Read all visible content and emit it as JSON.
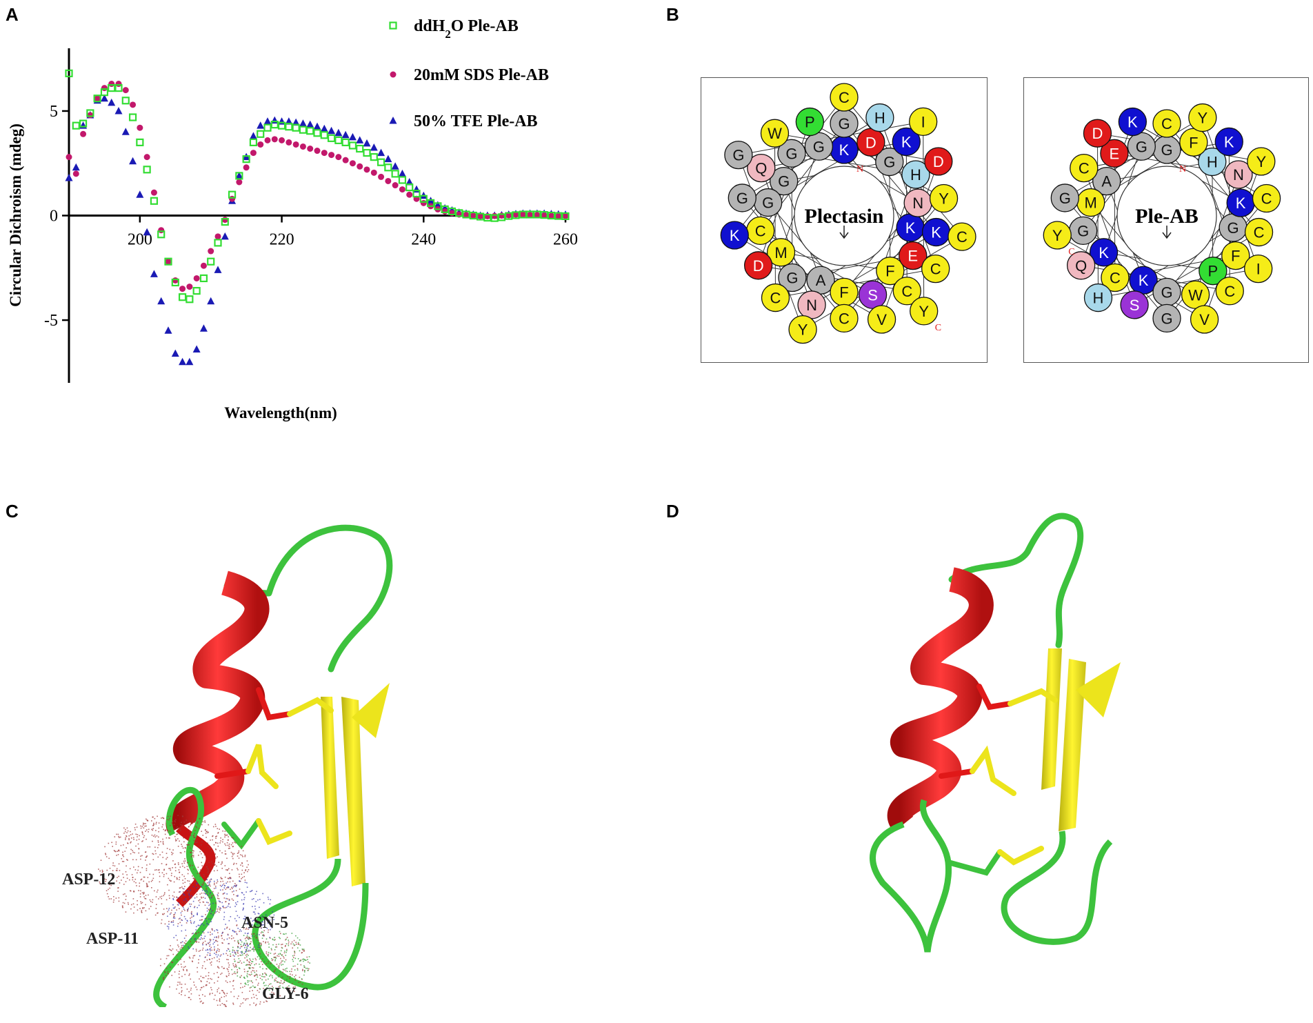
{
  "panels": [
    "A",
    "B",
    "C",
    "D"
  ],
  "chart_data": {
    "type": "scatter",
    "xlabel": "Wavelength(nm)",
    "ylabel": "Circular Dichroism (mdeg)",
    "xlim": [
      190,
      260
    ],
    "ylim": [
      -8,
      8
    ],
    "xticks": [
      200,
      220,
      240,
      260
    ],
    "yticks": [
      -5,
      0,
      5
    ],
    "legend_position": "top-right",
    "series": [
      {
        "name_html": "ddH<tspan baseline-shift=\"sub\" font-size=\"70%\">2</tspan>O Ple-AB",
        "label": "ddH2O Ple-AB",
        "color": "#33dd33",
        "marker": "square",
        "x": [
          190,
          191,
          192,
          193,
          194,
          195,
          196,
          197,
          198,
          199,
          200,
          201,
          202,
          203,
          204,
          205,
          206,
          207,
          208,
          209,
          210,
          211,
          212,
          213,
          214,
          215,
          216,
          217,
          218,
          219,
          220,
          221,
          222,
          223,
          224,
          225,
          226,
          227,
          228,
          229,
          230,
          231,
          232,
          233,
          234,
          235,
          236,
          237,
          238,
          239,
          240,
          241,
          242,
          243,
          244,
          245,
          246,
          247,
          248,
          249,
          250,
          251,
          252,
          253,
          254,
          255,
          256,
          257,
          258,
          259,
          260
        ],
        "y": [
          6.8,
          4.3,
          4.4,
          4.9,
          5.6,
          5.9,
          6.1,
          6.1,
          5.5,
          4.7,
          3.5,
          2.2,
          0.7,
          -0.9,
          -2.2,
          -3.2,
          -3.9,
          -4.0,
          -3.6,
          -3.0,
          -2.2,
          -1.3,
          -0.3,
          1.0,
          1.9,
          2.7,
          3.5,
          3.9,
          4.2,
          4.35,
          4.3,
          4.25,
          4.2,
          4.1,
          4.05,
          3.95,
          3.85,
          3.7,
          3.6,
          3.5,
          3.35,
          3.2,
          3.0,
          2.8,
          2.55,
          2.3,
          2.0,
          1.7,
          1.35,
          1.05,
          0.8,
          0.6,
          0.45,
          0.3,
          0.2,
          0.12,
          0.05,
          0.0,
          -0.05,
          -0.1,
          -0.12,
          -0.08,
          -0.02,
          0.02,
          0.05,
          0.05,
          0.05,
          0.03,
          0.0,
          -0.02,
          -0.03
        ]
      },
      {
        "name": "20mM SDS Ple-AB",
        "color": "#c2186b",
        "marker": "circle",
        "x": [
          190,
          191,
          192,
          193,
          194,
          195,
          196,
          197,
          198,
          199,
          200,
          201,
          202,
          203,
          204,
          205,
          206,
          207,
          208,
          209,
          210,
          211,
          212,
          213,
          214,
          215,
          216,
          217,
          218,
          219,
          220,
          221,
          222,
          223,
          224,
          225,
          226,
          227,
          228,
          229,
          230,
          231,
          232,
          233,
          234,
          235,
          236,
          237,
          238,
          239,
          240,
          241,
          242,
          243,
          244,
          245,
          246,
          247,
          248,
          249,
          250,
          251,
          252,
          253,
          254,
          255,
          256,
          257,
          258,
          259,
          260
        ],
        "y": [
          2.8,
          2.0,
          3.9,
          4.8,
          5.6,
          6.1,
          6.3,
          6.3,
          6.0,
          5.3,
          4.2,
          2.8,
          1.1,
          -0.7,
          -2.2,
          -3.1,
          -3.5,
          -3.4,
          -3.0,
          -2.4,
          -1.7,
          -1.0,
          -0.2,
          0.8,
          1.6,
          2.3,
          3.0,
          3.4,
          3.6,
          3.65,
          3.6,
          3.5,
          3.4,
          3.3,
          3.2,
          3.1,
          3.0,
          2.9,
          2.8,
          2.65,
          2.5,
          2.35,
          2.2,
          2.05,
          1.85,
          1.65,
          1.45,
          1.25,
          1.0,
          0.8,
          0.6,
          0.45,
          0.3,
          0.2,
          0.12,
          0.05,
          0.02,
          0.0,
          -0.02,
          -0.03,
          -0.02,
          0.0,
          0.02,
          0.05,
          0.05,
          0.03,
          0.02,
          0.0,
          -0.02,
          -0.03,
          -0.02
        ]
      },
      {
        "name": "50% TFE Ple-AB",
        "color": "#1a1ab4",
        "marker": "triangle",
        "x": [
          190,
          191,
          192,
          193,
          194,
          195,
          196,
          197,
          198,
          199,
          200,
          201,
          202,
          203,
          204,
          205,
          206,
          207,
          208,
          209,
          210,
          211,
          212,
          213,
          214,
          215,
          216,
          217,
          218,
          219,
          220,
          221,
          222,
          223,
          224,
          225,
          226,
          227,
          228,
          229,
          230,
          231,
          232,
          233,
          234,
          235,
          236,
          237,
          238,
          239,
          240,
          241,
          242,
          243,
          244,
          245,
          246,
          247,
          248,
          249,
          250,
          251,
          252,
          253,
          254,
          255,
          256,
          257,
          258,
          259,
          260
        ],
        "y": [
          1.8,
          2.3,
          4.3,
          4.8,
          5.5,
          5.6,
          5.4,
          5.0,
          4.0,
          2.6,
          1.0,
          -0.8,
          -2.8,
          -4.1,
          -5.5,
          -6.6,
          -7.0,
          -7.0,
          -6.4,
          -5.4,
          -4.1,
          -2.6,
          -1.0,
          0.7,
          1.9,
          2.8,
          3.8,
          4.3,
          4.5,
          4.55,
          4.5,
          4.5,
          4.45,
          4.4,
          4.35,
          4.25,
          4.15,
          4.05,
          3.95,
          3.85,
          3.75,
          3.6,
          3.45,
          3.25,
          3.0,
          2.7,
          2.35,
          2.0,
          1.6,
          1.25,
          0.95,
          0.7,
          0.5,
          0.35,
          0.25,
          0.15,
          0.1,
          0.05,
          0.0,
          0.0,
          0.0,
          0.02,
          0.05,
          0.08,
          0.1,
          0.1,
          0.1,
          0.1,
          0.08,
          0.06,
          0.05
        ]
      }
    ]
  },
  "wheels": [
    {
      "center_label": "Plectasin",
      "n_label": "N",
      "c_label": "C",
      "residues": [
        {
          "l": "K",
          "c": "blue"
        },
        {
          "l": "K",
          "c": "blue"
        },
        {
          "l": "A",
          "c": "gray"
        },
        {
          "l": "G",
          "c": "gray"
        },
        {
          "l": "G",
          "c": "gray"
        },
        {
          "l": "F",
          "c": "yellow"
        },
        {
          "l": "M",
          "c": "yellow"
        },
        {
          "l": "G",
          "c": "gray"
        },
        {
          "l": "N",
          "c": "pink"
        },
        {
          "l": "F",
          "c": "yellow"
        },
        {
          "l": "G",
          "c": "gray"
        },
        {
          "l": "D",
          "c": "red"
        },
        {
          "l": "E",
          "c": "red"
        },
        {
          "l": "G",
          "c": "gray"
        },
        {
          "l": "G",
          "c": "gray"
        },
        {
          "l": "H",
          "c": "lightblue"
        },
        {
          "l": "S",
          "c": "purple"
        },
        {
          "l": "C",
          "c": "yellow"
        },
        {
          "l": "G",
          "c": "gray"
        },
        {
          "l": "K",
          "c": "blue"
        },
        {
          "l": "N",
          "c": "pink"
        },
        {
          "l": "Q",
          "c": "pink"
        },
        {
          "l": "K",
          "c": "blue"
        },
        {
          "l": "C",
          "c": "yellow"
        },
        {
          "l": "D",
          "c": "red"
        },
        {
          "l": "P",
          "c": "green"
        },
        {
          "l": "Y",
          "c": "yellow"
        },
        {
          "l": "C",
          "c": "yellow"
        },
        {
          "l": "G",
          "c": "gray"
        },
        {
          "l": "H",
          "c": "lightblue"
        },
        {
          "l": "C",
          "c": "yellow"
        },
        {
          "l": "C",
          "c": "yellow"
        },
        {
          "l": "W",
          "c": "yellow"
        },
        {
          "l": "D",
          "c": "red"
        },
        {
          "l": "V",
          "c": "yellow"
        },
        {
          "l": "K",
          "c": "blue"
        },
        {
          "l": "C",
          "c": "yellow"
        },
        {
          "l": "C",
          "c": "yellow"
        },
        {
          "l": "Y",
          "c": "yellow"
        },
        {
          "l": "G",
          "c": "gray"
        },
        {
          "l": "I",
          "c": "yellow"
        },
        {
          "l": "Y",
          "c": "yellow"
        }
      ]
    },
    {
      "center_label": "Ple-AB",
      "n_label": "N",
      "c_label": "C",
      "residues": [
        {
          "l": "G",
          "c": "gray"
        },
        {
          "l": "G",
          "c": "gray"
        },
        {
          "l": "K",
          "c": "blue"
        },
        {
          "l": "A",
          "c": "gray"
        },
        {
          "l": "H",
          "c": "lightblue"
        },
        {
          "l": "P",
          "c": "green"
        },
        {
          "l": "K",
          "c": "blue"
        },
        {
          "l": "G",
          "c": "gray"
        },
        {
          "l": "K",
          "c": "blue"
        },
        {
          "l": "G",
          "c": "gray"
        },
        {
          "l": "M",
          "c": "yellow"
        },
        {
          "l": "F",
          "c": "yellow"
        },
        {
          "l": "F",
          "c": "yellow"
        },
        {
          "l": "C",
          "c": "yellow"
        },
        {
          "l": "E",
          "c": "red"
        },
        {
          "l": "N",
          "c": "pink"
        },
        {
          "l": "W",
          "c": "yellow"
        },
        {
          "l": "G",
          "c": "gray"
        },
        {
          "l": "C",
          "c": "yellow"
        },
        {
          "l": "C",
          "c": "yellow"
        },
        {
          "l": "S",
          "c": "purple"
        },
        {
          "l": "C",
          "c": "yellow"
        },
        {
          "l": "K",
          "c": "blue"
        },
        {
          "l": "C",
          "c": "yellow"
        },
        {
          "l": "Q",
          "c": "pink"
        },
        {
          "l": "K",
          "c": "blue"
        },
        {
          "l": "C",
          "c": "yellow"
        },
        {
          "l": "G",
          "c": "gray"
        },
        {
          "l": "G",
          "c": "gray"
        },
        {
          "l": "Y",
          "c": "yellow"
        },
        {
          "l": "I",
          "c": "yellow"
        },
        {
          "l": "H",
          "c": "lightblue"
        },
        {
          "l": "D",
          "c": "red"
        },
        {
          "l": "Y",
          "c": "yellow"
        },
        {
          "l": "V",
          "c": "yellow"
        },
        {
          "l": "Y",
          "c": "yellow"
        }
      ]
    }
  ],
  "residue_colors": {
    "blue": "#1010d0",
    "gray": "#b4b4b4",
    "yellow": "#f5ec18",
    "red": "#e01a1a",
    "pink": "#f0b8c0",
    "lightblue": "#a8d8ea",
    "green": "#33dd33",
    "purple": "#9a33d6"
  },
  "structure_colors": {
    "helix": "#e01818",
    "sheet": "#ece41c",
    "loop": "#3dc23d",
    "mesh_red": "#a03838",
    "mesh_blue": "#3a3ab0",
    "mesh_green": "#2f9a2f"
  },
  "panel_c_labels": [
    "ASP-12",
    "ASN-5",
    "ASP-11",
    "GLY-6"
  ]
}
